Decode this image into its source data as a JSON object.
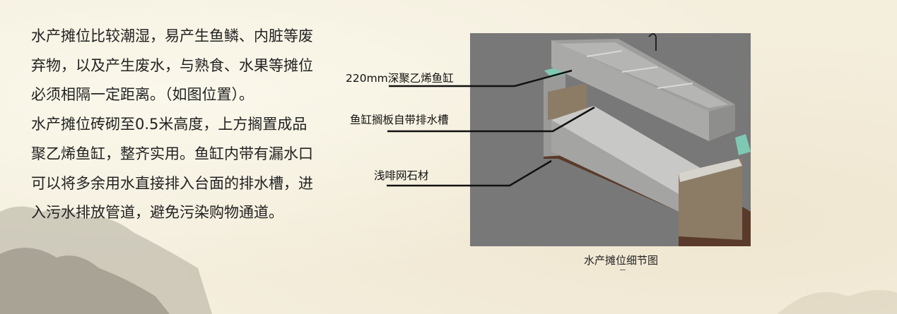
{
  "body_text": {
    "paragraph1": "水产摊位比较潮湿，易产生鱼鳞、内脏等废弃物，以及产生废水，与熟食、水果等摊位必须相隔一定距离。（如图位置）。",
    "paragraph2": "水产摊位砖砌至0.5米高度，上方搁置成品聚乙烯鱼缸，整齐实用。鱼缸内带有漏水口可以将多余用水直接排入台面的排水槽，进入污水排放管道，避免污染购物通道。"
  },
  "figure": {
    "labels": [
      "220mm深聚乙烯鱼缸",
      "鱼缸搁板自带排水槽",
      "浅啡网石材"
    ],
    "caption": "水产摊位细节图"
  },
  "colors": {
    "background": "#f4eedd",
    "render_bg": "#787878",
    "text": "#222222"
  }
}
